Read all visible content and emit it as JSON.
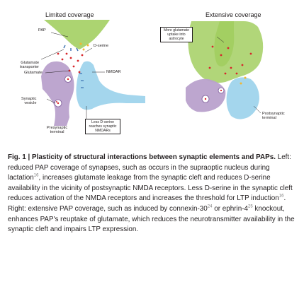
{
  "figure": {
    "left_title": "Limited coverage",
    "right_title": "Extensive coverage",
    "labels": {
      "pap": "PAP",
      "glutamate_transporter_1": "Glutamate",
      "glutamate_transporter_2": "transporter",
      "dserine": "D-serine",
      "glutamate": "Glutamate",
      "nmdar": "NMDAR",
      "synaptic_vesicle_1": "Synaptic",
      "synaptic_vesicle_2": "vesicle",
      "presynaptic_1": "Presynaptic",
      "presynaptic_2": "terminal",
      "postsynaptic_1": "Postsynaptic",
      "postsynaptic_2": "terminal"
    },
    "boxes": {
      "less_dserine_1": "Less D-serine",
      "less_dserine_2": "reaches synaptic",
      "less_dserine_3": "NMDARs",
      "more_glutamate_1": "More glutamate",
      "more_glutamate_2": "uptake into",
      "more_glutamate_3": "astrocyte"
    },
    "colors": {
      "astrocyte": "#a3cf62",
      "presynaptic": "#b9a1cc",
      "postsynaptic": "#9fd4ec",
      "glutamate_dot": "#d7262b",
      "dserine_dot": "#f2b632",
      "transporter": "#3a6fb0"
    }
  },
  "caption": {
    "fig_label": "Fig. 1 | ",
    "title": "Plasticity of structural interactions between synaptic elements and PAPs.",
    "part1": " Left: reduced PAP coverage of synapses, such as occurs in the supraoptic nucleus during lactation",
    "ref1": "16",
    "part2": ", increases glutamate leakage from the synaptic cleft and reduces ",
    "d1": "D",
    "part3": "-serine availability in the vicinity of postsynaptic NMDA receptors. Less ",
    "d2": "D",
    "part4": "-serine in the synaptic cleft reduces activation of the NMDA receptors and increases the threshold for LTP induction",
    "ref2": "16",
    "part5": ". Right: extensive PAP coverage, such as induced by connexin-30",
    "ref3": "24",
    "part6": " or ephrin-4",
    "ref4": "25",
    "part7": " knockout, enhances PAP's reuptake of glutamate, which reduces the neurotransmitter availability in the synaptic cleft and impairs LTP expression."
  }
}
